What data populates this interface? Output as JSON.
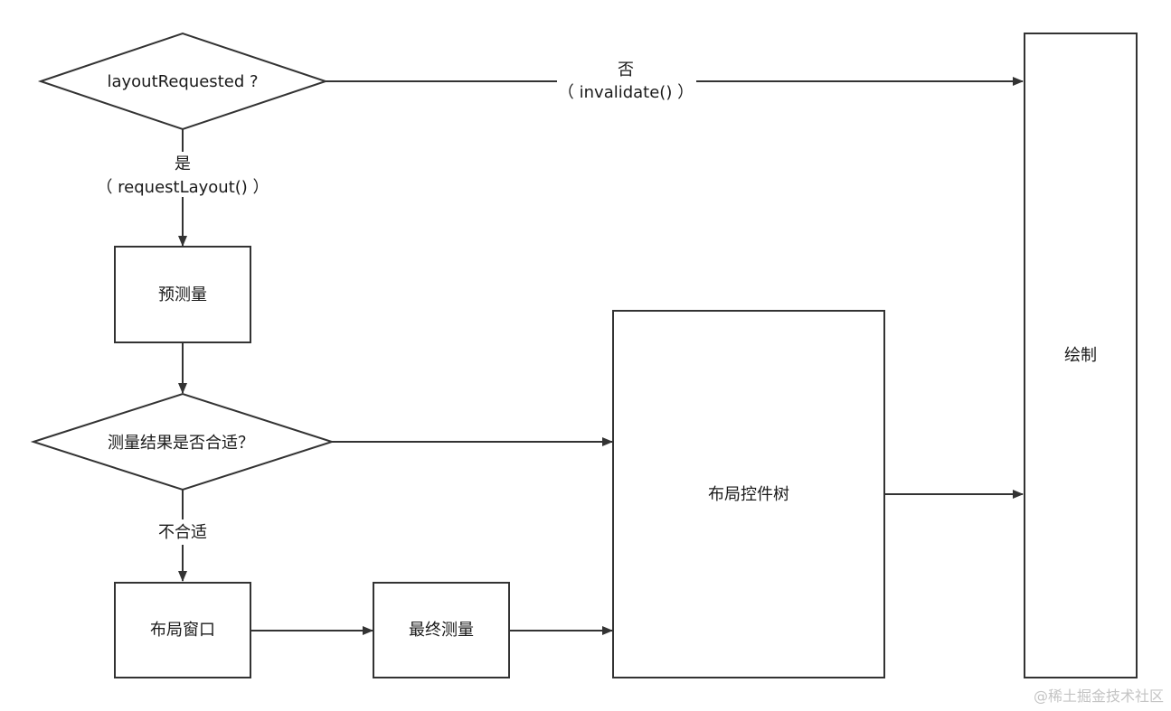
{
  "nodes": {
    "decision_layout": "layoutRequested ?",
    "pre_measure": "预测量",
    "decision_fit": "测量结果是否合适？",
    "layout_window": "布局窗口",
    "final_measure": "最终测量",
    "layout_tree": "布局控件树",
    "draw": "绘制"
  },
  "edges": {
    "no_label": "否",
    "no_sub": "（ invalidate() ）",
    "yes_label": "是",
    "yes_sub": "（ requestLayout() ）",
    "unfit_label": "不合适"
  },
  "watermark": "@稀土掘金技术社区"
}
